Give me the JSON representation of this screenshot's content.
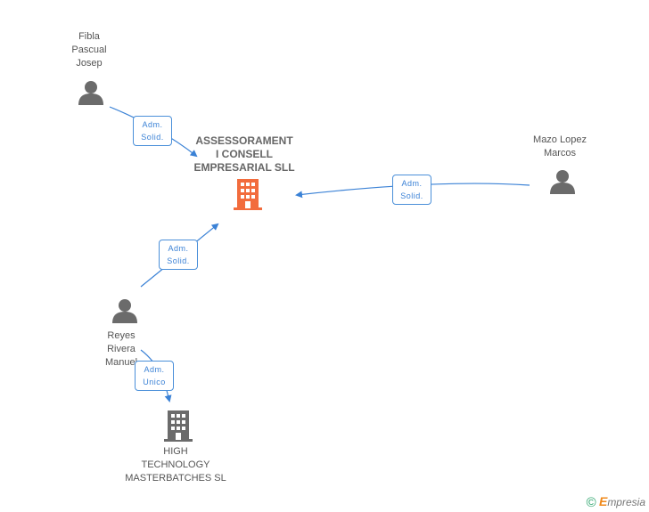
{
  "nodes": {
    "main_company": {
      "lines": [
        "ASSESSORAMENT",
        "I CONSELL",
        "EMPRESARIAL SLL"
      ]
    },
    "fibla": {
      "lines": [
        "Fibla",
        "Pascual",
        "Josep"
      ]
    },
    "mazo": {
      "lines": [
        "Mazo Lopez",
        "Marcos"
      ]
    },
    "reyes": {
      "lines": [
        "Reyes",
        "Rivera",
        "Manuel"
      ]
    },
    "high_tech": {
      "lines": [
        "HIGH",
        "TECHNOLOGY",
        "MASTERBATCHES SL"
      ]
    }
  },
  "edges": {
    "fibla_to_main": {
      "lines": [
        "Adm.",
        "Solid."
      ]
    },
    "mazo_to_main": {
      "lines": [
        "Adm.",
        "Solid."
      ]
    },
    "reyes_to_main": {
      "lines": [
        "Adm.",
        "Solid."
      ]
    },
    "reyes_to_high": {
      "lines": [
        "Adm.",
        "Unico"
      ]
    }
  },
  "colors": {
    "main_company": "#f26c3d",
    "company": "#6b6b6b",
    "person": "#6b6b6b",
    "edge": "#3b82d6"
  },
  "credit": {
    "symbol": "©",
    "brand_initial": "E",
    "brand_rest": "mpresia"
  }
}
